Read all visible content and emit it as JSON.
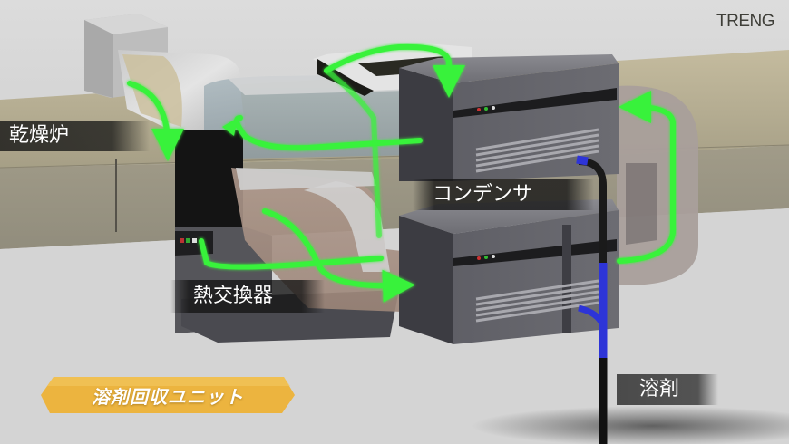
{
  "brand": {
    "logo_text": "TRENG"
  },
  "labels": {
    "dryer": "乾燥炉",
    "condenser": "コンデンサ",
    "heat_exchanger": "熱交換器",
    "solvent": "溶剤"
  },
  "unit_title": "溶剤回収ユニット",
  "colors": {
    "airflow_arrow": "#39f23a",
    "unit_badge": "#ecb43f",
    "solvent_pipe": "#2d34d8",
    "machine_body": "#5c5c62",
    "floor_wall": "#b8b197",
    "background": "#d6d6d6"
  },
  "components": [
    {
      "name": "乾燥炉",
      "role": "drying oven"
    },
    {
      "name": "熱交換器",
      "role": "heat exchanger"
    },
    {
      "name": "コンデンサ",
      "role": "condenser (upper unit)"
    },
    {
      "name": "コンデンサ",
      "role": "condenser (lower unit)"
    },
    {
      "name": "溶剤",
      "role": "solvent outlet pipe"
    }
  ],
  "indicator_lights": [
    "red",
    "green",
    "white"
  ]
}
